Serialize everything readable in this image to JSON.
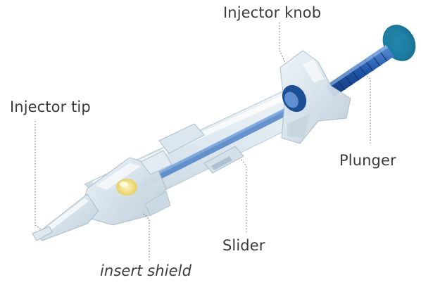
{
  "labels": {
    "injector_knob": "Injector knob",
    "injector_tip": "Injector tip",
    "plunger": "Plunger",
    "slider": "Slider",
    "insert_shield": "insert shield"
  }
}
